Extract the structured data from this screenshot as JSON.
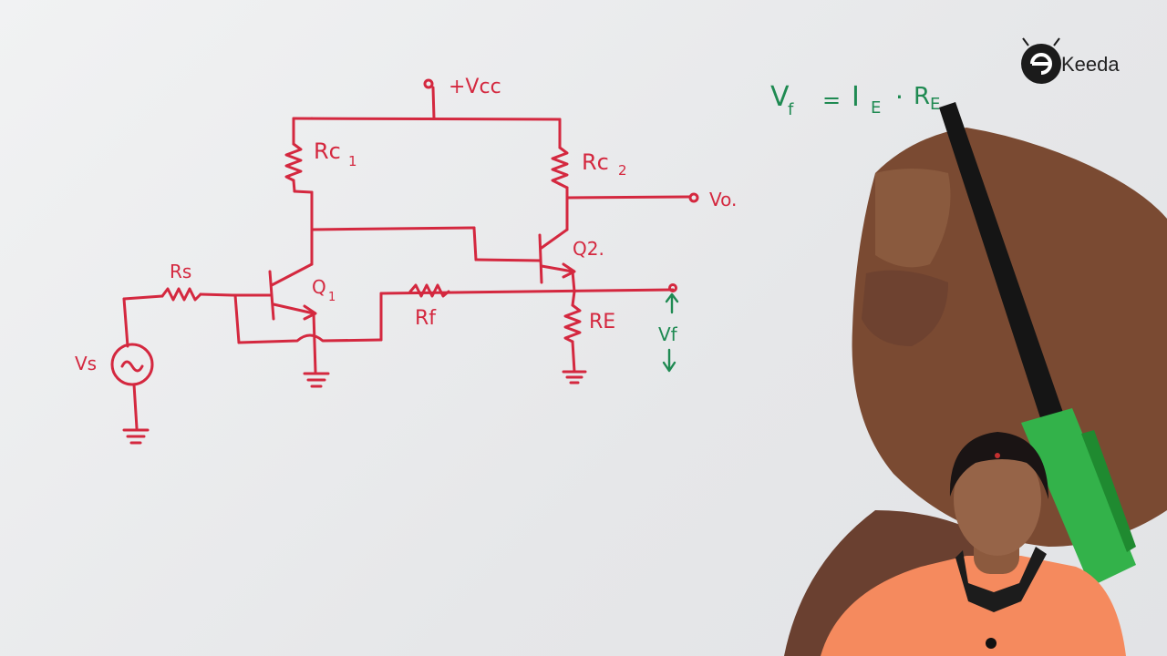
{
  "logo": {
    "text": "Keeda"
  },
  "circuit": {
    "supply_label": "+Vcc",
    "rc1_label": "Rc",
    "rc1_sub": "1",
    "rc2_label": "Rc",
    "rc2_sub": "2",
    "rs_label": "Rs",
    "rf_label": "Rf",
    "re_label": "RE",
    "q1_label": "Q",
    "q1_sub": "1",
    "q2_label": "Q2.",
    "vs_label": "Vs",
    "vo_label": "Vo.",
    "vf_label": "Vf"
  },
  "equation": {
    "lhs": "V",
    "lhs_sub": "f",
    "eq": "=",
    "ie": "I",
    "ie_sub": "E",
    "dot": "·",
    "re": "R",
    "re_sub": "E"
  },
  "colors": {
    "circuit_ink": "#d4283f",
    "equation_ink": "#1f8a52",
    "shirt": "#f58a5e"
  }
}
